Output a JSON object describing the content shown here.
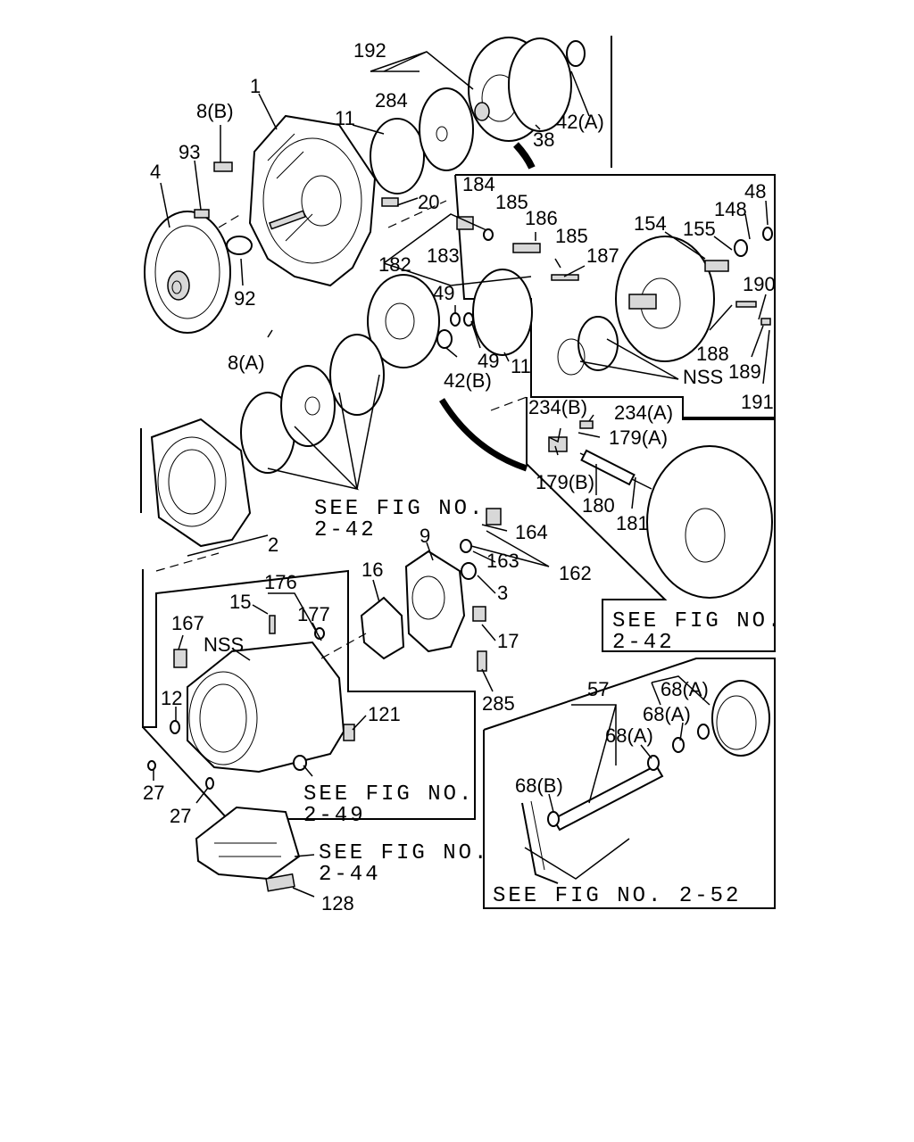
{
  "callouts": {
    "c192": "192",
    "c284": "284",
    "c42a": "42(A)",
    "c38": "38",
    "c1": "1",
    "c8b": "8(B)",
    "c11a": "11",
    "c93": "93",
    "c4": "4",
    "c20": "20",
    "c92": "92",
    "c182": "182",
    "c183": "183",
    "c184": "184",
    "c185a": "185",
    "c186": "186",
    "c185b": "185",
    "c187": "187",
    "c154": "154",
    "c155": "155",
    "c148": "148",
    "c48": "48",
    "c190": "190",
    "c188": "188",
    "c189": "189",
    "c191": "191",
    "nss1": "NSS",
    "c8a": "8(A)",
    "c49a": "49",
    "c49b": "49",
    "c42b": "42(B)",
    "c11b": "11",
    "c234b": "234(B)",
    "c234a": "234(A)",
    "c179a": "179(A)",
    "c179b": "179(B)",
    "c180": "180",
    "c181": "181",
    "c2": "2",
    "c9": "9",
    "c164": "164",
    "c163": "163",
    "c162": "162",
    "c16": "16",
    "c3": "3",
    "c176": "176",
    "c15": "15",
    "c177": "177",
    "c167": "167",
    "nss2": "NSS",
    "c17": "17",
    "c285": "285",
    "c12": "12",
    "c121": "121",
    "c27a": "27",
    "c27b": "27",
    "c57": "57",
    "c68a1": "68(A)",
    "c68a2": "68(A)",
    "c68a3": "68(A)",
    "c68b": "68(B)",
    "c128": "128"
  },
  "references": {
    "fig242a_line1": "SEE FIG NO.",
    "fig242a_line2": "2-42",
    "fig242b_line1": "SEE FIG NO.",
    "fig242b_line2": "2-42",
    "fig249_line1": "SEE FIG NO.",
    "fig249_line2": "2-49",
    "fig244_line1": "SEE FIG NO.",
    "fig244_line2": "2-44",
    "fig252": "SEE FIG NO. 2-52"
  }
}
